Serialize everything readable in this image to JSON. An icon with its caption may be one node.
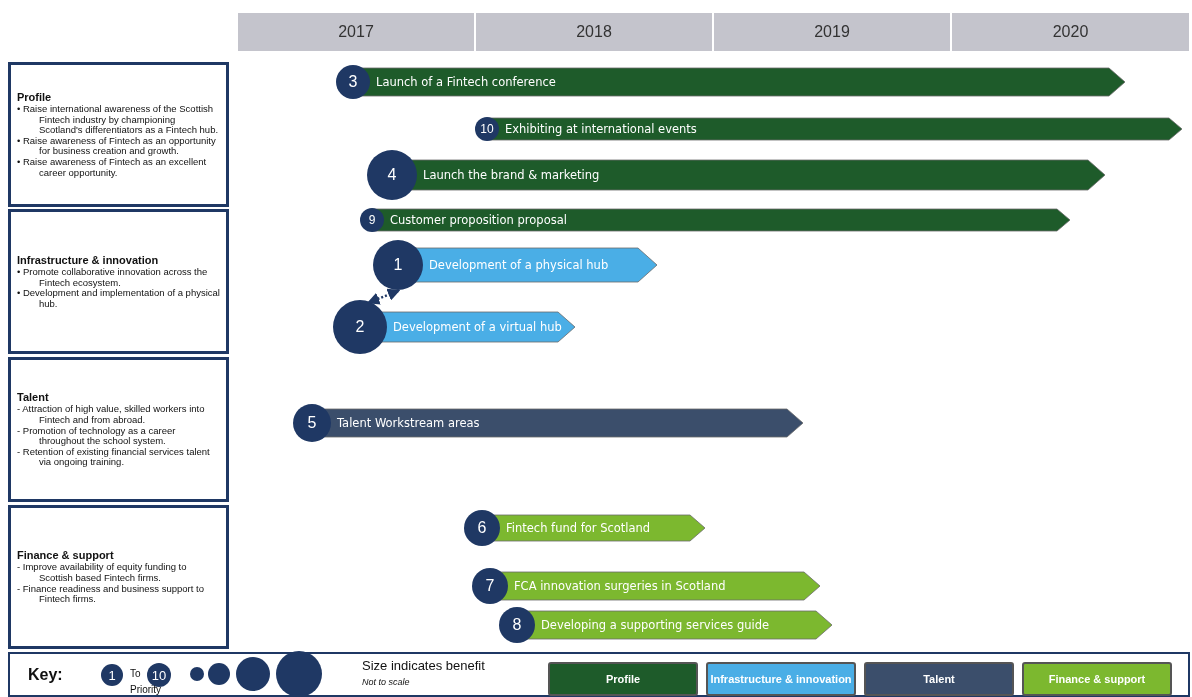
{
  "diagram": {
    "nodes": [
      {
        "text": [
          "2017"
        ]
      },
      {
        "text": [
          "2018"
        ]
      },
      {
        "text": [
          "2019"
        ]
      },
      {
        "text": [
          "2020"
        ]
      },
      {
        "text": [
          "Profile",
          "• Raise international awareness of the Scottish Fintech industry by championing Scotland's differentiators as a Fintech hub.",
          "• Raise awareness of Fintech as an opportunity for business creation and growth.",
          "• Raise awareness of Fintech as an excellent career opportunity."
        ]
      },
      {
        "text": [
          "Infrastructure & innovation",
          "• Promote collaborative innovation across the Fintech ecosystem.",
          "• Development and implementation of a physical hub."
        ]
      },
      {
        "text": [
          "Talent",
          "- Attraction of high value, skilled workers into Fintech and from abroad.",
          "- Promotion of technology as a career throughout the school system.",
          "- Retention of existing financial services talent via ongoing training."
        ]
      },
      {
        "text": [
          "Finance & support",
          "- Improve availability of equity funding to Scottish based Fintech firms.",
          "- Finance readiness and business support to Fintech firms."
        ]
      },
      {
        "text": [
          "3",
          "Launch of a Fintech conference"
        ]
      },
      {
        "text": [
          "10",
          "Exhibiting at international events"
        ]
      },
      {
        "text": [
          "4",
          "Launch the brand & marketing"
        ]
      },
      {
        "text": [
          "9",
          "Customer proposition proposal"
        ]
      },
      {
        "text": [
          "1",
          "Development of a physical hub"
        ]
      },
      {
        "text": [
          "2",
          "Development of a virtual hub"
        ]
      },
      {
        "text": [
          "5",
          "Talent Workstream areas"
        ]
      },
      {
        "text": [
          "6",
          "Fintech fund for Scotland"
        ]
      },
      {
        "text": [
          "7",
          "FCA innovation surgeries in Scotland"
        ]
      },
      {
        "text": [
          "8",
          "Developing a supporting services guide"
        ]
      }
    ],
    "edges": [
      {
        "from": 12,
        "to": 13,
        "arrow": "both",
        "style": "dashed"
      }
    ],
    "labels": [
      "Key:",
      "1",
      "To",
      "10",
      "Priority",
      "Size indicates benefit",
      "Not to scale"
    ],
    "legend": [
      {
        "text": "Profile",
        "color": "#1e5b2a"
      },
      {
        "text": "Infrastructure & innovation",
        "color": "#4aaee6"
      },
      {
        "text": "Talent",
        "color": "#3b4e6b"
      },
      {
        "text": "Finance & support",
        "color": "#7cb82f"
      }
    ]
  }
}
